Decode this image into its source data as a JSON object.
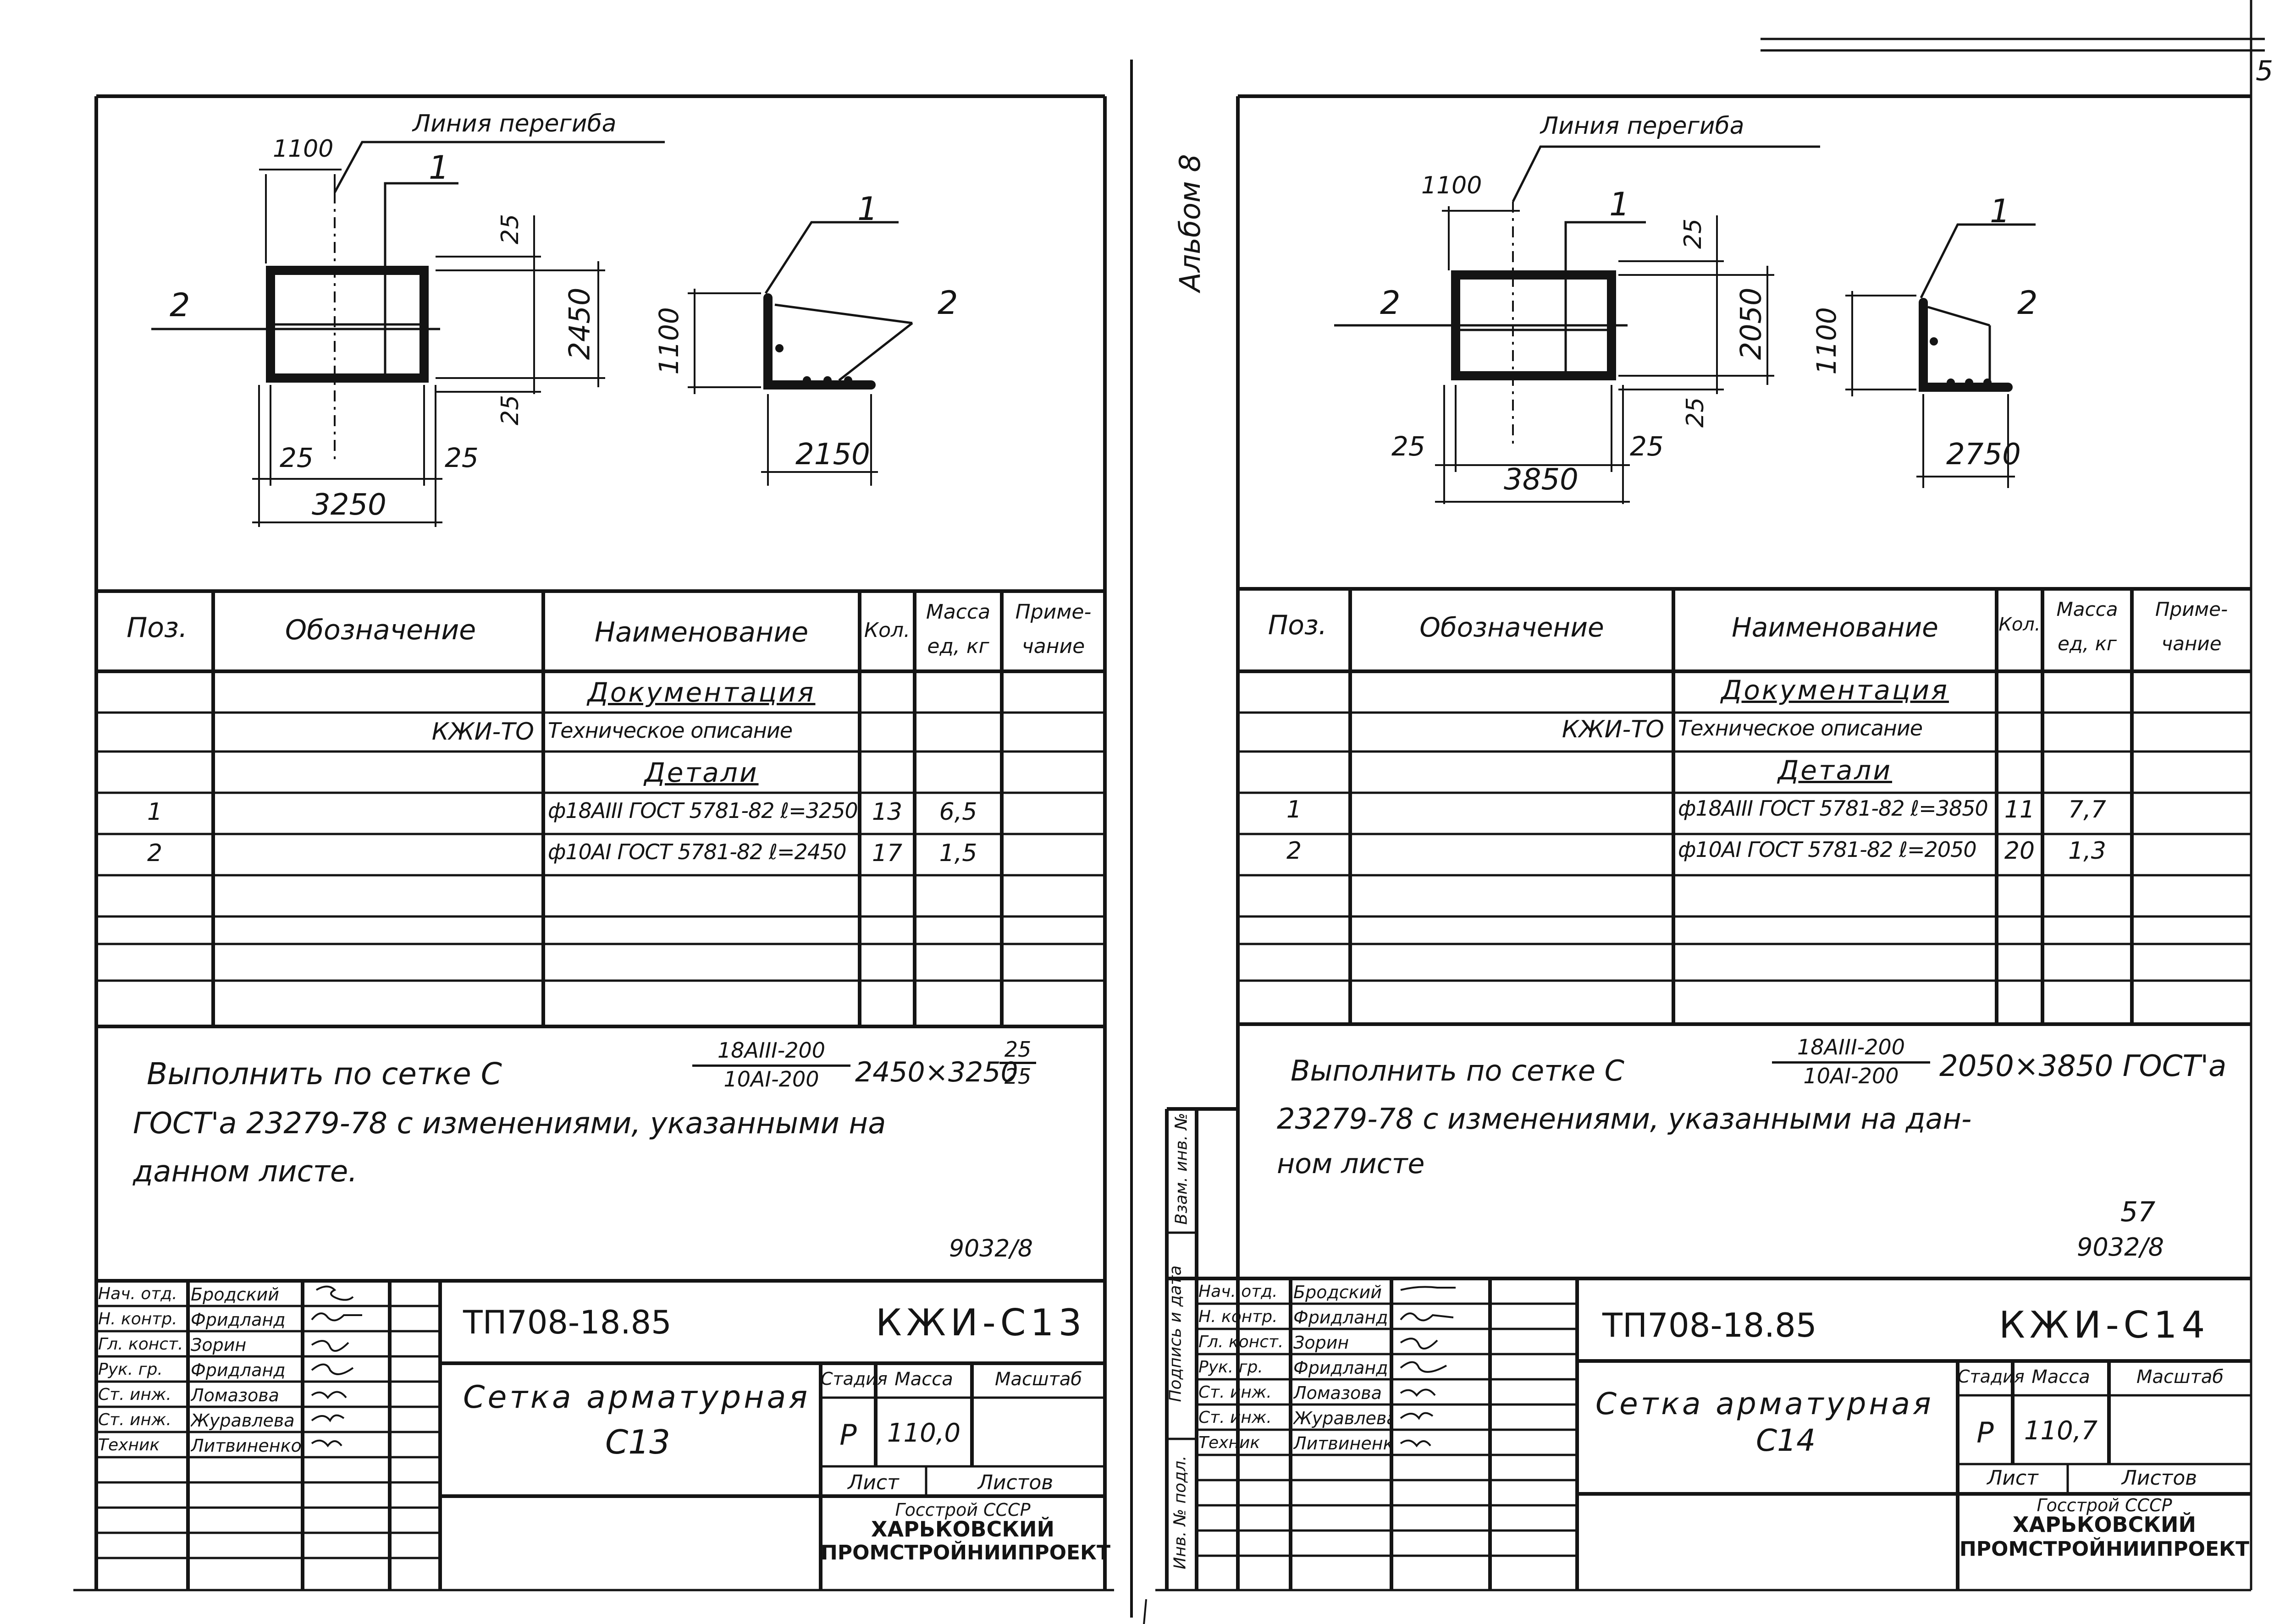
{
  "sheets": [
    {
      "id": "c13",
      "drawing": {
        "bend_label": "Линия перегиба",
        "pos1": "1",
        "pos2": "2",
        "dim_top": "1100",
        "dim_a": "25",
        "dim_b": "25",
        "dim_height": "2450",
        "dim_left": "25",
        "dim_right": "25",
        "dim_width": "3250",
        "sec_height": "1100",
        "sec_width": "2150",
        "sec_pos1": "1",
        "sec_pos2": "2"
      },
      "spec": {
        "headers": {
          "pos": "Поз.",
          "designation": "Обозначение",
          "name": "Наименование",
          "qty": "Кол.",
          "mass_1": "Масса",
          "mass_2": "ед, кг",
          "note_1": "Приме-",
          "note_2": "чание"
        },
        "rows": [
          {
            "pos": "",
            "designation": "",
            "name": "Документация",
            "qty": "",
            "mass": "",
            "note": "",
            "heading": true
          },
          {
            "pos": "",
            "designation": "КЖИ-ТО",
            "name": "Техническое описание",
            "qty": "",
            "mass": "",
            "note": "",
            "heading": false
          },
          {
            "pos": "",
            "designation": "",
            "name": "Детали",
            "qty": "",
            "mass": "",
            "note": "",
            "heading": true
          },
          {
            "pos": "1",
            "designation": "",
            "name": "ф18АIII ГОСТ 5781-82 ℓ=3250",
            "qty": "13",
            "mass": "6,5",
            "note": "",
            "heading": false
          },
          {
            "pos": "2",
            "designation": "",
            "name": "ф10АI ГОСТ 5781-82 ℓ=2450",
            "qty": "17",
            "mass": "1,5",
            "note": "",
            "heading": false
          },
          {
            "pos": "",
            "designation": "",
            "name": "",
            "qty": "",
            "mass": "",
            "note": "",
            "heading": false
          },
          {
            "pos": "",
            "designation": "",
            "name": "",
            "qty": "",
            "mass": "",
            "note": "",
            "heading": false
          },
          {
            "pos": "",
            "designation": "",
            "name": "",
            "qty": "",
            "mass": "",
            "note": "",
            "heading": false
          }
        ]
      },
      "note": {
        "prefix": "Выполнить по сетке С",
        "frac_num": "18АIII-200",
        "frac_den": "10АI-200",
        "size": "2450×3250",
        "sub_num": "25",
        "sub_den": "25",
        "line2": "ГОСТ'а 23279-78 с изменениями, указанными на",
        "line3": "данном листе."
      },
      "inv": "9032/8",
      "page_no": "",
      "title": {
        "staff": [
          {
            "role": "Нач. отд.",
            "name": "Бродский"
          },
          {
            "role": "Н. контр.",
            "name": "Фридланд"
          },
          {
            "role": "Гл. конст.",
            "name": "Зорин"
          },
          {
            "role": "Рук. гр.",
            "name": "Фридланд"
          },
          {
            "role": "Ст. инж.",
            "name": "Ломазова"
          },
          {
            "role": "Ст. инж.",
            "name": "Журавлева"
          },
          {
            "role": "Техник",
            "name": "Литвиненко"
          }
        ],
        "project": "ТП708-18.85",
        "code": "КЖИ-С13",
        "name_1": "Сетка арматурная",
        "name_2": "С13",
        "stage_h": "Стадия",
        "mass_h": "Масса",
        "scale_h": "Масштаб",
        "stage": "Р",
        "mass": "110,0",
        "scale": "",
        "sheet_h": "Лист",
        "sheets_h": "Листов",
        "org_1": "Госстрой СССР",
        "org_2": "ХАРЬКОВСКИЙ",
        "org_3": "ПРОМСТРОЙНИИПРОЕКТ"
      }
    },
    {
      "id": "c14",
      "drawing": {
        "bend_label": "Линия перегиба",
        "pos1": "1",
        "pos2": "2",
        "dim_top": "1100",
        "dim_a": "25",
        "dim_b": "25",
        "dim_height": "2050",
        "dim_left": "25",
        "dim_right": "25",
        "dim_width": "3850",
        "sec_height": "1100",
        "sec_width": "2750",
        "sec_pos1": "1",
        "sec_pos2": "2"
      },
      "spec": {
        "headers": {
          "pos": "Поз.",
          "designation": "Обозначение",
          "name": "Наименование",
          "qty": "Кол.",
          "mass_1": "Масса",
          "mass_2": "ед, кг",
          "note_1": "Приме-",
          "note_2": "чание"
        },
        "rows": [
          {
            "pos": "",
            "designation": "",
            "name": "Документация",
            "qty": "",
            "mass": "",
            "note": "",
            "heading": true
          },
          {
            "pos": "",
            "designation": "КЖИ-ТО",
            "name": "Техническое описание",
            "qty": "",
            "mass": "",
            "note": "",
            "heading": false
          },
          {
            "pos": "",
            "designation": "",
            "name": "Детали",
            "qty": "",
            "mass": "",
            "note": "",
            "heading": true
          },
          {
            "pos": "1",
            "designation": "",
            "name": "ф18АIII ГОСТ 5781-82 ℓ=3850",
            "qty": "11",
            "mass": "7,7",
            "note": "",
            "heading": false
          },
          {
            "pos": "2",
            "designation": "",
            "name": "ф10АI ГОСТ 5781-82 ℓ=2050",
            "qty": "20",
            "mass": "1,3",
            "note": "",
            "heading": false
          },
          {
            "pos": "",
            "designation": "",
            "name": "",
            "qty": "",
            "mass": "",
            "note": "",
            "heading": false
          },
          {
            "pos": "",
            "designation": "",
            "name": "",
            "qty": "",
            "mass": "",
            "note": "",
            "heading": false
          },
          {
            "pos": "",
            "designation": "",
            "name": "",
            "qty": "",
            "mass": "",
            "note": "",
            "heading": false
          }
        ]
      },
      "note": {
        "prefix": "Выполнить по сетке С",
        "frac_num": "18АIII-200",
        "frac_den": "10АI-200",
        "size": "2050×3850 ГОСТ'а",
        "sub_num": "",
        "sub_den": "",
        "line2": "23279-78 с изменениями, указанными на дан-",
        "line3": "ном листе"
      },
      "inv": "9032/8",
      "page_no": "57",
      "title": {
        "staff": [
          {
            "role": "Нач. отд.",
            "name": "Бродский"
          },
          {
            "role": "Н. контр.",
            "name": "Фридланд"
          },
          {
            "role": "Гл. конст.",
            "name": "Зорин"
          },
          {
            "role": "Рук. гр.",
            "name": "Фридланд"
          },
          {
            "role": "Ст. инж.",
            "name": "Ломазова"
          },
          {
            "role": "Ст. инж.",
            "name": "Журавлева"
          },
          {
            "role": "Техник",
            "name": "Литвиненко"
          }
        ],
        "project": "ТП708-18.85",
        "code": "КЖИ-С14",
        "name_1": "Сетка арматурная",
        "name_2": "С14",
        "stage_h": "Стадия",
        "mass_h": "Масса",
        "scale_h": "Масштаб",
        "stage": "Р",
        "mass": "110,7",
        "scale": "",
        "sheet_h": "Лист",
        "sheets_h": "Листов",
        "org_1": "Госстрой СССР",
        "org_2": "ХАРЬКОВСКИЙ",
        "org_3": "ПРОМСТРОЙНИИПРОЕКТ"
      }
    }
  ],
  "margin": {
    "album": "Альбом 8",
    "col_1": "Взам. инв. №",
    "col_2": "Подпись и дата",
    "col_3": "Инв. № подл.",
    "corner_no": "5"
  }
}
